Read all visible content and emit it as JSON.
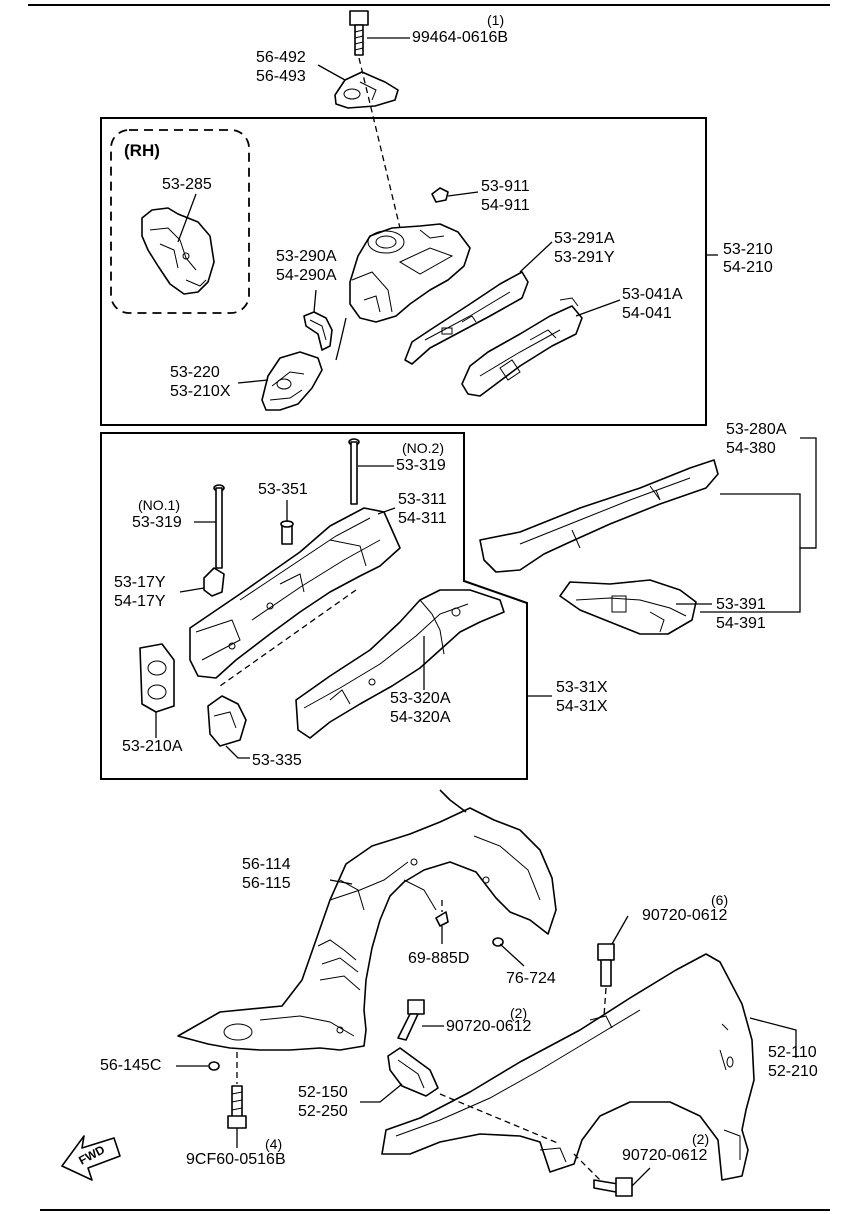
{
  "labels": {
    "bolt_top_qty": "(1)",
    "bolt_top_pn": "99464-0616B",
    "bracket_a": "56-492",
    "bracket_b": "56-493",
    "rh": "(RH)",
    "rh_part": "53-285",
    "p53_911": "53-911",
    "p54_911": "54-911",
    "p53_210": "53-210",
    "p54_210": "54-210",
    "p53_291a": "53-291A",
    "p53_291y": "53-291Y",
    "p53_290a": "53-290A",
    "p54_290a": "54-290A",
    "p53_041a": "53-041A",
    "p54_041": "54-041",
    "p53_220": "53-220",
    "p53_210x": "53-210X",
    "p53_280a": "53-280A",
    "p54_380": "54-380",
    "no2": "(NO.2)",
    "p53_319_b": "53-319",
    "p53_351": "53-351",
    "p53_311": "53-311",
    "p54_311": "54-311",
    "no1": "(NO.1)",
    "p53_319_a": "53-319",
    "p53_17y": "53-17Y",
    "p54_17y": "54-17Y",
    "p53_391": "53-391",
    "p54_391": "54-391",
    "p53_31x": "53-31X",
    "p54_31x": "54-31X",
    "p53_320a": "53-320A",
    "p54_320a": "54-320A",
    "p53_210a": "53-210A",
    "p53_335": "53-335",
    "p56_114": "56-114",
    "p56_115": "56-115",
    "p69_885d": "69-885D",
    "p76_724": "76-724",
    "bolt6_qty": "(6)",
    "bolt6_pn": "90720-0612",
    "bolt2a_qty": "(2)",
    "bolt2a_pn": "90720-0612",
    "p52_110": "52-110",
    "p52_210": "52-210",
    "p56_145c": "56-145C",
    "p52_150": "52-150",
    "p52_250": "52-250",
    "bolt4_qty": "(4)",
    "bolt4_pn": "9CF60-0516B",
    "bolt2b_qty": "(2)",
    "bolt2b_pn": "90720-0612",
    "fwd": "FWD"
  }
}
